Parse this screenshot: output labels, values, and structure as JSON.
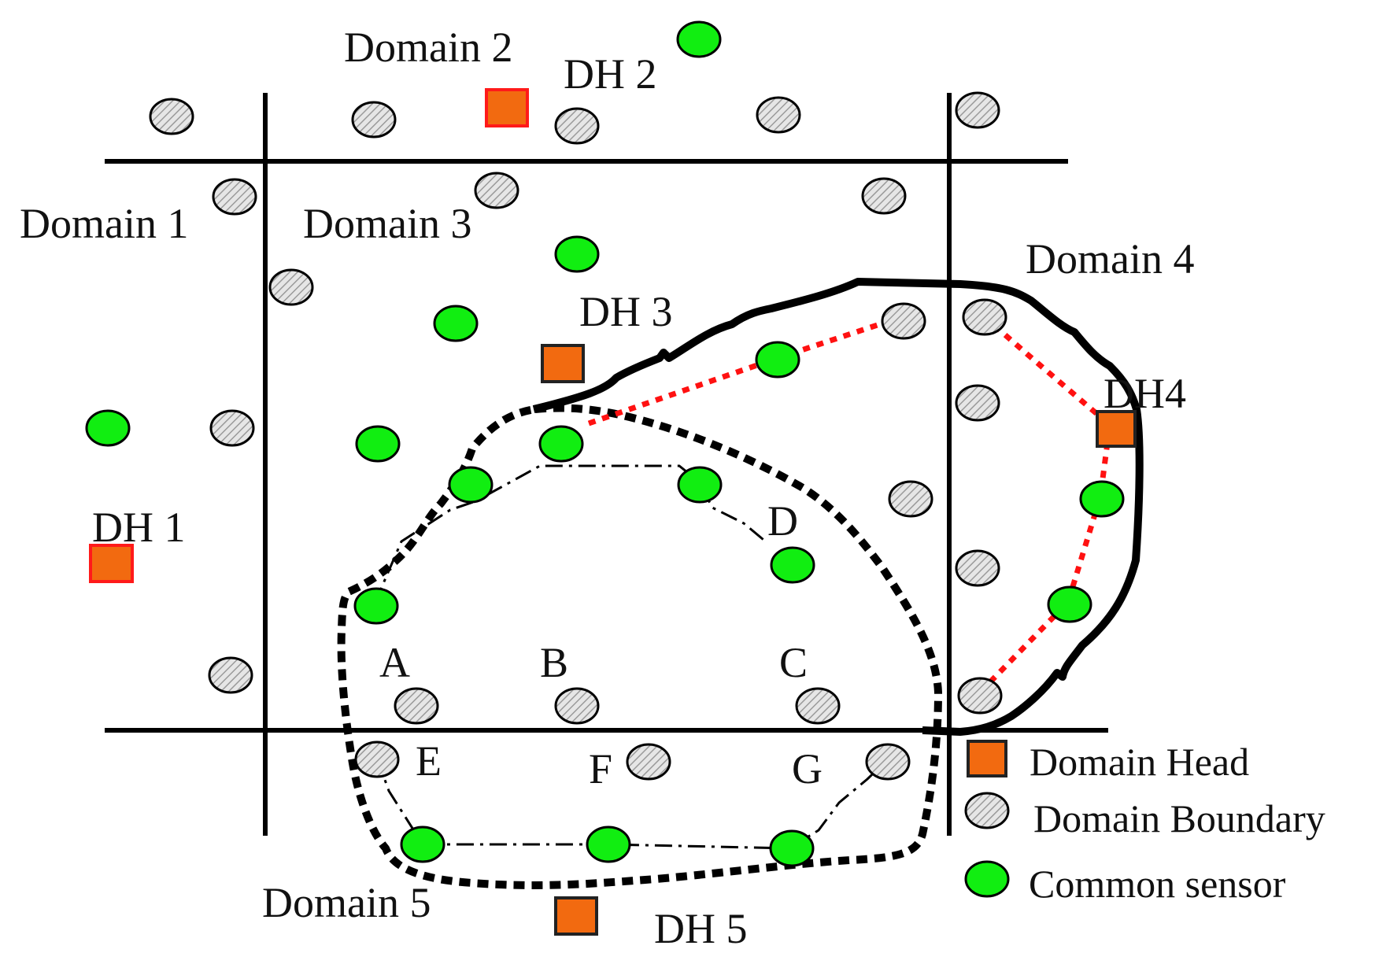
{
  "colors": {
    "domain_head_fill": "#f26a10",
    "domain_head_stroke_red": "#ff1a1a",
    "domain_head_stroke_dark": "#222222",
    "common_sensor_fill": "#11ee11",
    "boundary_fill": "#d0d0d0",
    "route_red": "#ff1111",
    "line": "#000000"
  },
  "labels": {
    "domain1": "Domain 1",
    "domain2": "Domain 2",
    "domain3": "Domain 3",
    "domain4": "Domain 4",
    "domain5": "Domain 5",
    "dh1": "DH 1",
    "dh2": "DH 2",
    "dh3": "DH 3",
    "dh4": "DH4",
    "dh5": "DH 5",
    "a": "A",
    "b": "B",
    "c": "C",
    "d": "D",
    "e": "E",
    "f": "F",
    "g": "G"
  },
  "legend": {
    "domain_head": "Domain Head",
    "domain_boundary": "Domain Boundary",
    "common_sensor": "Common sensor"
  },
  "icons": {
    "domain_head": "orange-square",
    "domain_boundary": "hatched-gray-circle",
    "common_sensor": "green-circle"
  }
}
